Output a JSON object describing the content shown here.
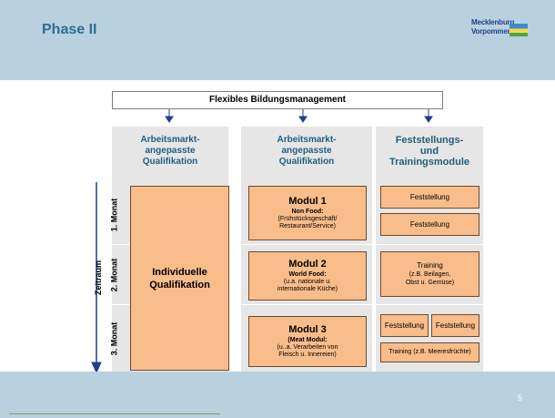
{
  "header": {
    "title": "Phase II"
  },
  "logo": {
    "line1": "Mecklenburg",
    "line2": "Vorpommern"
  },
  "diagram": {
    "top_box": "Flexibles Bildungsmanagement",
    "columns": [
      {
        "label": "Arbeitsmarkt-\nangepasste\nQualifikation"
      },
      {
        "label": "Arbeitsmarkt-\nangepasste\nQualifikation"
      },
      {
        "label": "Feststellungs-\nund\nTrainingsmodule"
      }
    ],
    "individual_box": "Individuelle\nQualifikation",
    "modules": [
      {
        "title": "Modul 1",
        "subtitle": "Non Food:",
        "desc": "(Frühstücksgeschäft/\nRestaurant/Service)"
      },
      {
        "title": "Modul 2",
        "subtitle": "World Food:",
        "desc": "(u.a. nationale u.\ninternationale Küche)"
      },
      {
        "title": "Modul 3",
        "subtitle": "(Meat Modul:",
        "desc": "(u..a. Verarbeiten von\nFleisch u. Innereien)"
      }
    ],
    "feststellung": "Feststellung",
    "training1": {
      "title": "Training",
      "desc": "(z.B. Beilagen,\nObst u. Gemüse)"
    },
    "training2": "Training (z.B. Meeresfrüchte)",
    "months": [
      "1. Monat",
      "2. Monat",
      "3. Monat"
    ],
    "time_axis": "Zeitraum"
  },
  "footer": {
    "page_number": "5"
  }
}
